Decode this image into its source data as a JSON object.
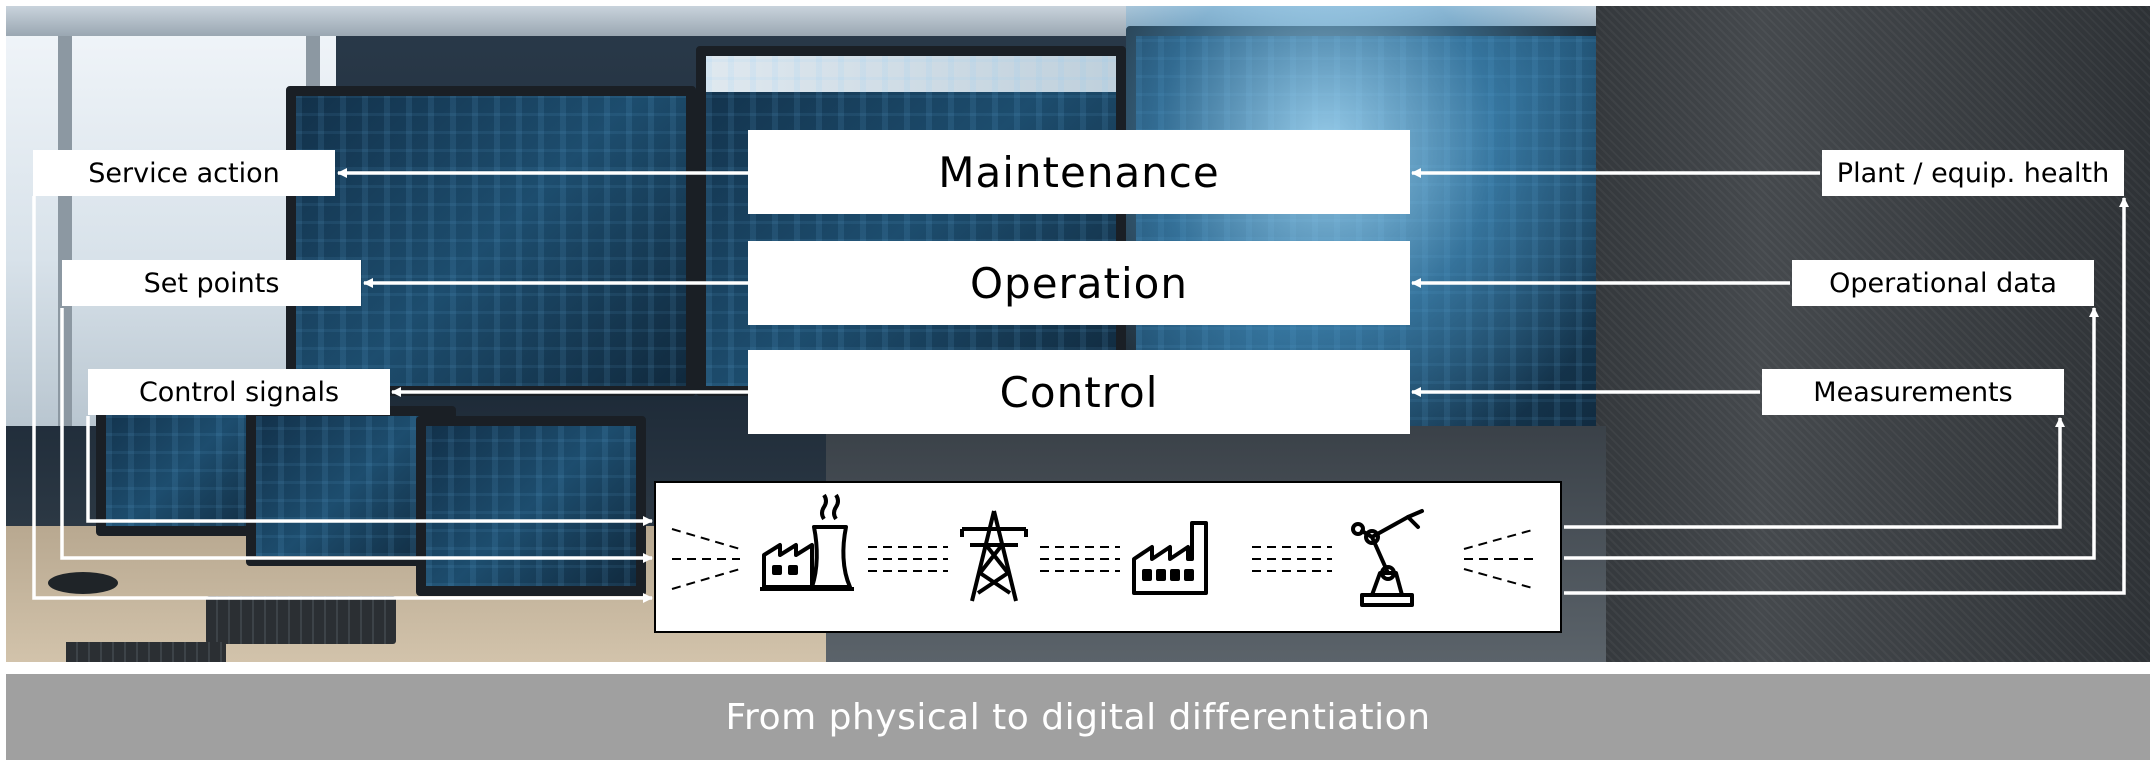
{
  "center_boxes": {
    "maintenance": "Maintenance",
    "operation": "Operation",
    "control": "Control"
  },
  "left_outputs": {
    "service_action": "Service action",
    "set_points": "Set points",
    "control_signals": "Control signals"
  },
  "right_inputs": {
    "plant_health": "Plant / equip. health",
    "operational_data": "Operational data",
    "measurements": "Measurements"
  },
  "physical_layer_icons": [
    "power-plant-icon",
    "transmission-tower-icon",
    "factory-icon",
    "robot-arm-icon"
  ],
  "footer": {
    "caption": "From physical to digital differentiation"
  },
  "colors": {
    "box_fill": "#ffffff",
    "arrow": "#ffffff",
    "footer_band": "#a0a0a0",
    "footer_text": "#ffffff"
  }
}
